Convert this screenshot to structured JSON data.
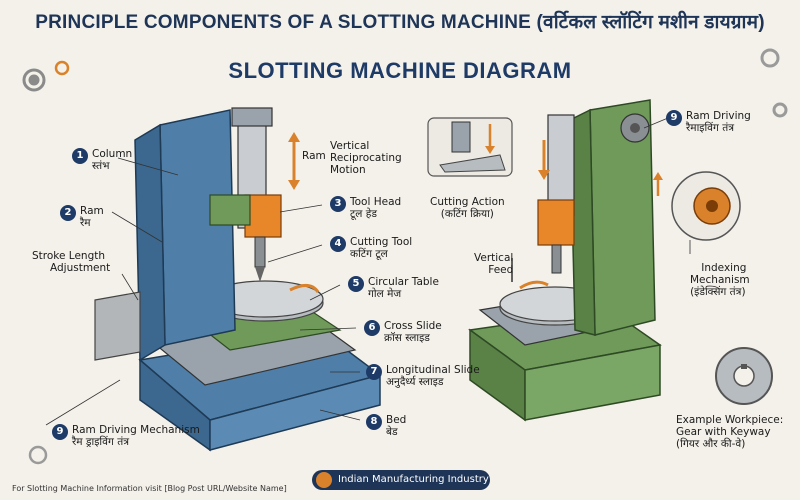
{
  "title": "PRINCIPLE COMPONENTS OF A SLOTTING MACHINE (वर्टिकल स्लॉटिंग मशीन डायग्राम)",
  "subtitle": "SLOTTING MACHINE DIAGRAM",
  "labels": {
    "column": {
      "num": "1",
      "en": "Column",
      "hi": "स्तंभ"
    },
    "ram": {
      "num": "2",
      "en": "Ram",
      "hi": "रैम"
    },
    "stroke": {
      "en": "Stroke Length",
      "en2": "Adjustment"
    },
    "ram_motion": {
      "a": "Ram",
      "b": "Vertical",
      "c": "Reciprocating",
      "d": "Motion"
    },
    "tool_head": {
      "num": "3",
      "en": "Tool Head",
      "hi": "टूल हेड"
    },
    "cutting_tool": {
      "num": "4",
      "en": "Cutting Tool",
      "hi": "कटिंग टूल"
    },
    "circular_table": {
      "num": "5",
      "en": "Circular Table",
      "hi": "गोल मेज"
    },
    "cross_slide": {
      "num": "6",
      "en": "Cross Slide",
      "hi": "क्रॉस स्लाइड"
    },
    "long_slide": {
      "num": "7",
      "en": "Longitudinal Slide",
      "hi": "अनुदैर्ध्य स्लाइड"
    },
    "bed": {
      "num": "8",
      "en": "Bed",
      "hi": "बेड"
    },
    "ram_drive_left": {
      "num": "9",
      "en": "Ram Driving Mechanism",
      "hi": "रैम ड्राइविंग तंत्र"
    },
    "ram_drive_right": {
      "num": "9",
      "en": "Ram Driving",
      "hi": "रैमाइविंग तंत्र"
    },
    "cutting_action": {
      "en": "Cutting Action",
      "hi": "(कटिंग क्रिया)"
    },
    "vertical_feed": {
      "a": "Vertical",
      "b": "Feed"
    },
    "indexing": {
      "a": "Indexing",
      "b": "Mechanism",
      "c": "(इंडेक्सिंग तंत्र)"
    },
    "workpiece": {
      "a": "Example Workpiece:",
      "b": "Gear with Keyway",
      "c": "(गियर और की-वे)"
    }
  },
  "footer": {
    "note": "For Slotting Machine Information visit [Blog Post URL/Website Name]",
    "brand": "Indian Manufacturing Industry"
  },
  "colors": {
    "left_machine": "#4f7fa8",
    "right_machine": "#6f9a5a",
    "tool_head": "#e8872a",
    "arrow": "#d9822b",
    "title": "#1e3557"
  }
}
